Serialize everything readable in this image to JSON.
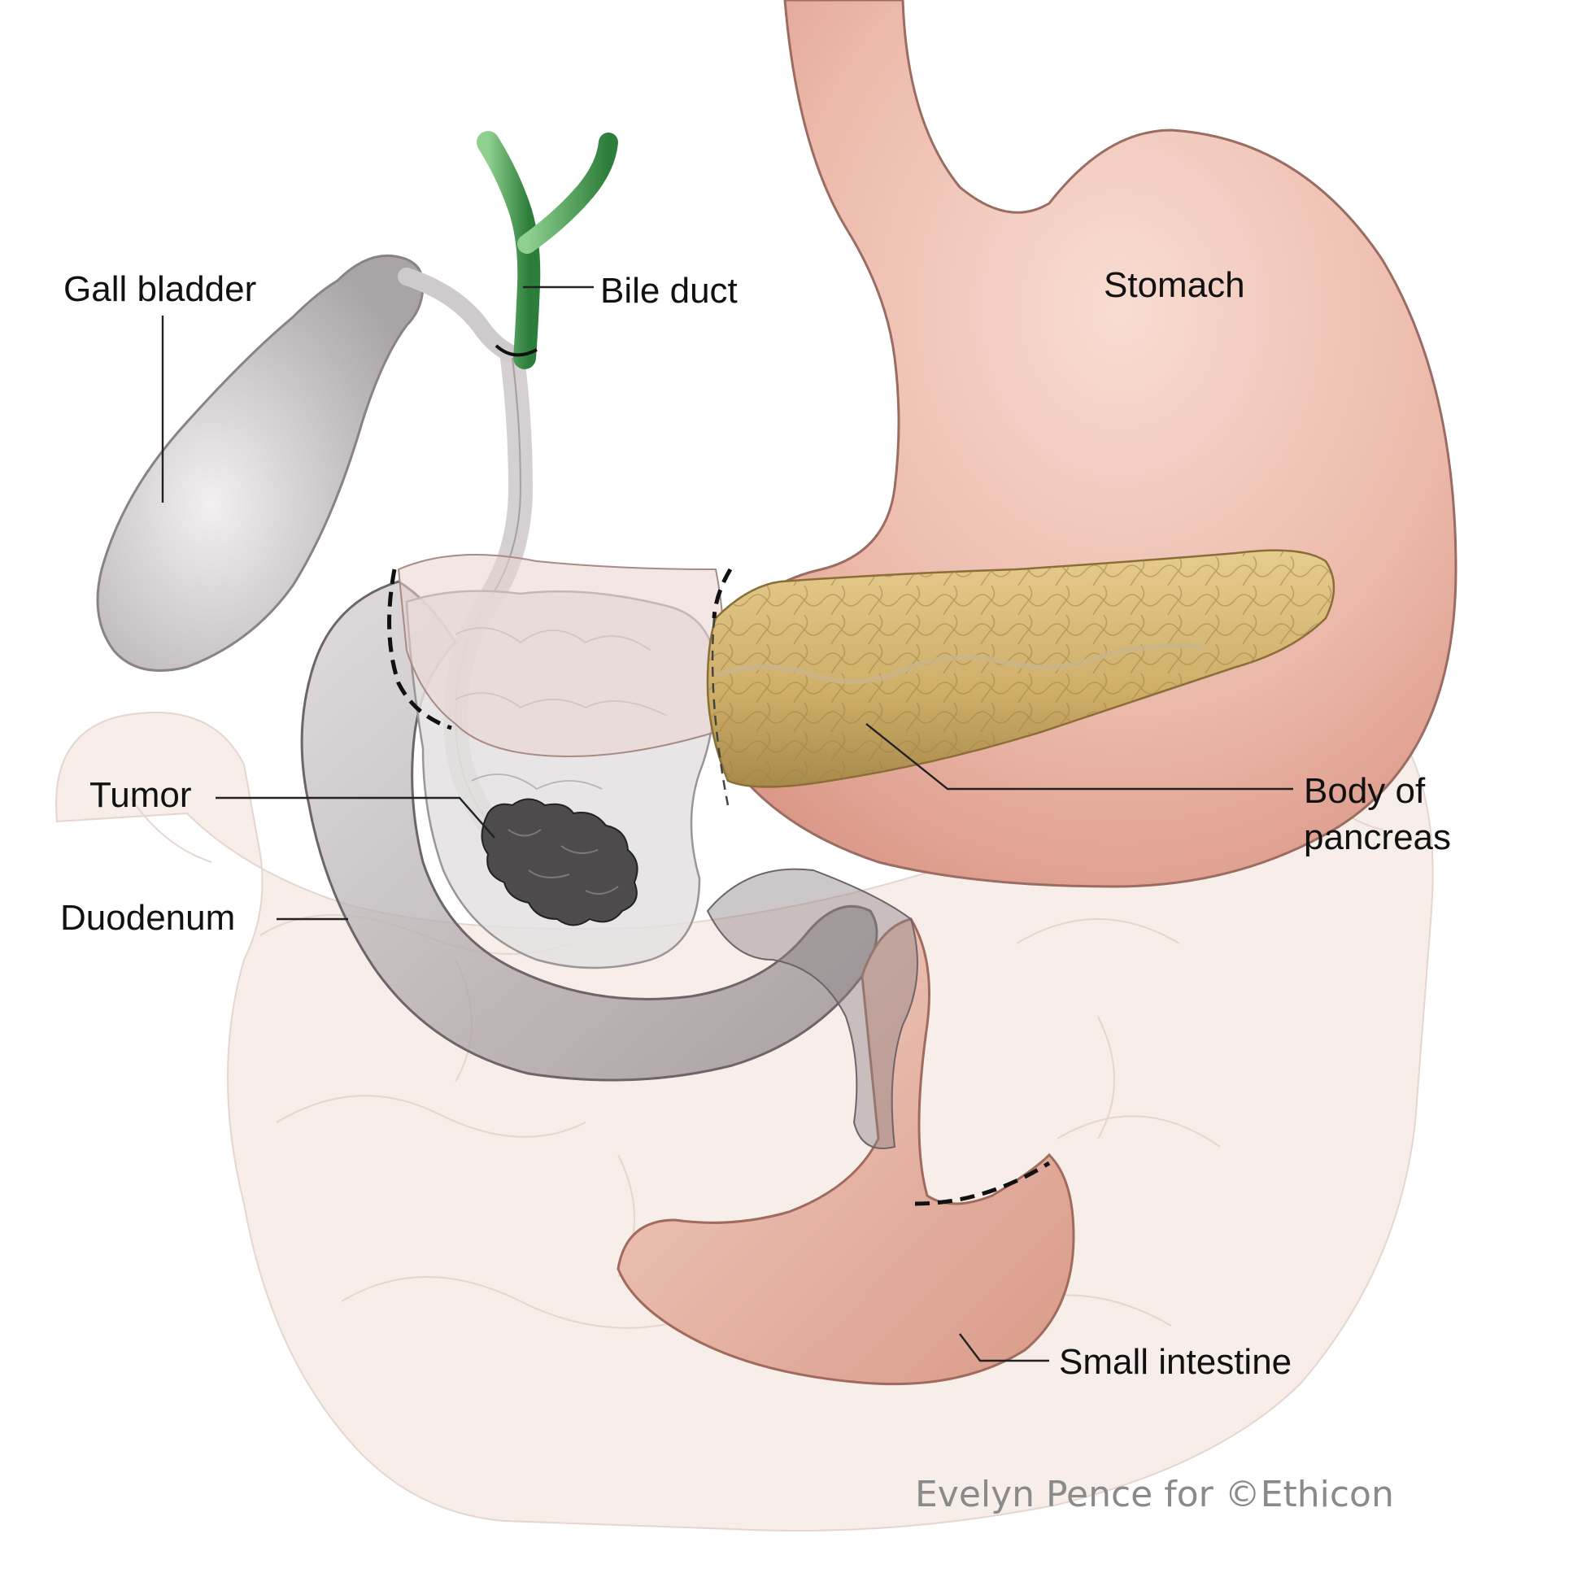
{
  "labels": {
    "gall_bladder": "Gall bladder",
    "bile_duct": "Bile duct",
    "stomach": "Stomach",
    "tumor": "Tumor",
    "body_of_pancreas_line1": "Body of",
    "body_of_pancreas_line2": "pancreas",
    "duodenum": "Duodenum",
    "small_intestine": "Small intestine"
  },
  "credit": "Evelyn Pence for ©Ethicon",
  "colors": {
    "stomach": "#e8b2a4",
    "pancreas_body": "#d2b06a",
    "pancreas_head": "#d9d6d8",
    "gall_bladder": "#cfcbcd",
    "bile_duct": "#3f9b4a",
    "duodenum": "#bdb4b6",
    "tumor": "#4a4a4a",
    "colon": "#f4e3dc",
    "small_intestine": "#e8b4a5"
  }
}
